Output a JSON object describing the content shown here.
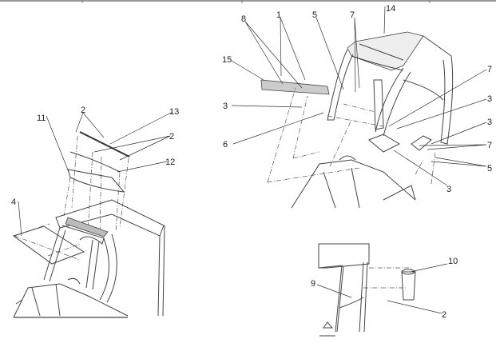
{
  "title": "Cab canopy exploded assembly view",
  "left_view": {
    "callouts": [
      {
        "id": "l-2a",
        "text": "2"
      },
      {
        "id": "l-13",
        "text": "13"
      },
      {
        "id": "l-2b",
        "text": "2"
      },
      {
        "id": "l-12",
        "text": "12"
      },
      {
        "id": "l-11",
        "text": "11"
      },
      {
        "id": "l-4",
        "text": "4"
      }
    ]
  },
  "right_view": {
    "callouts": [
      {
        "id": "r-8",
        "text": "8"
      },
      {
        "id": "r-1",
        "text": "1"
      },
      {
        "id": "r-5a",
        "text": "5"
      },
      {
        "id": "r-7a",
        "text": "7"
      },
      {
        "id": "r-14",
        "text": "14"
      },
      {
        "id": "r-15",
        "text": "15"
      },
      {
        "id": "r-3a",
        "text": "3"
      },
      {
        "id": "r-6",
        "text": "6"
      },
      {
        "id": "r-7b",
        "text": "7"
      },
      {
        "id": "r-3b",
        "text": "3"
      },
      {
        "id": "r-3c",
        "text": "3"
      },
      {
        "id": "r-7c",
        "text": "7"
      },
      {
        "id": "r-5b",
        "text": "5"
      },
      {
        "id": "r-3d",
        "text": "3"
      }
    ]
  },
  "detail_view": {
    "callouts": [
      {
        "id": "d-10",
        "text": "10"
      },
      {
        "id": "d-9",
        "text": "9"
      },
      {
        "id": "d-2",
        "text": "2"
      }
    ]
  }
}
